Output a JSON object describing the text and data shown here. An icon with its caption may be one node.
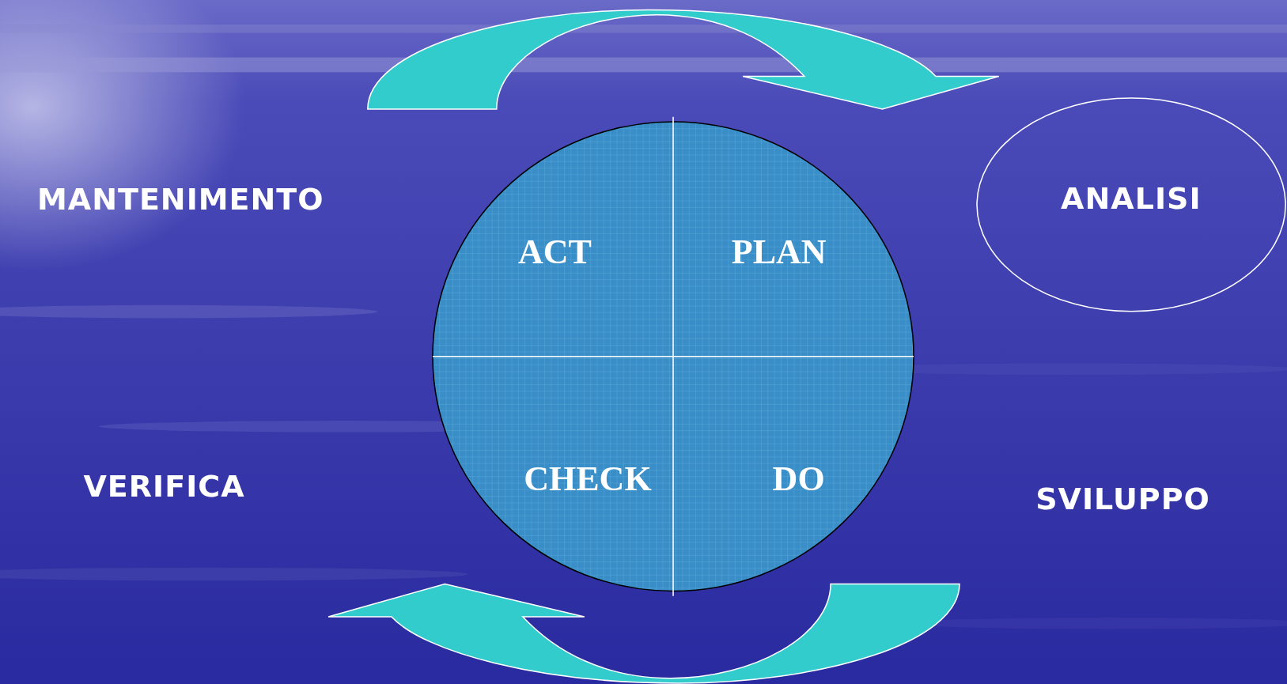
{
  "diagram": {
    "nodes": [
      {
        "text": [],
        "shape": "circle"
      },
      {
        "text": [
          "ACT"
        ],
        "in": 0
      },
      {
        "text": [
          "PLAN"
        ],
        "in": 0
      },
      {
        "text": [
          "CHECK"
        ],
        "in": 0
      },
      {
        "text": [
          "DO"
        ],
        "in": 0
      },
      {
        "text": [
          "ANALISI"
        ]
      }
    ],
    "edges": [],
    "labels": [
      "MANTENIMENTO",
      "VERIFICA",
      "SVILUPPO"
    ]
  }
}
